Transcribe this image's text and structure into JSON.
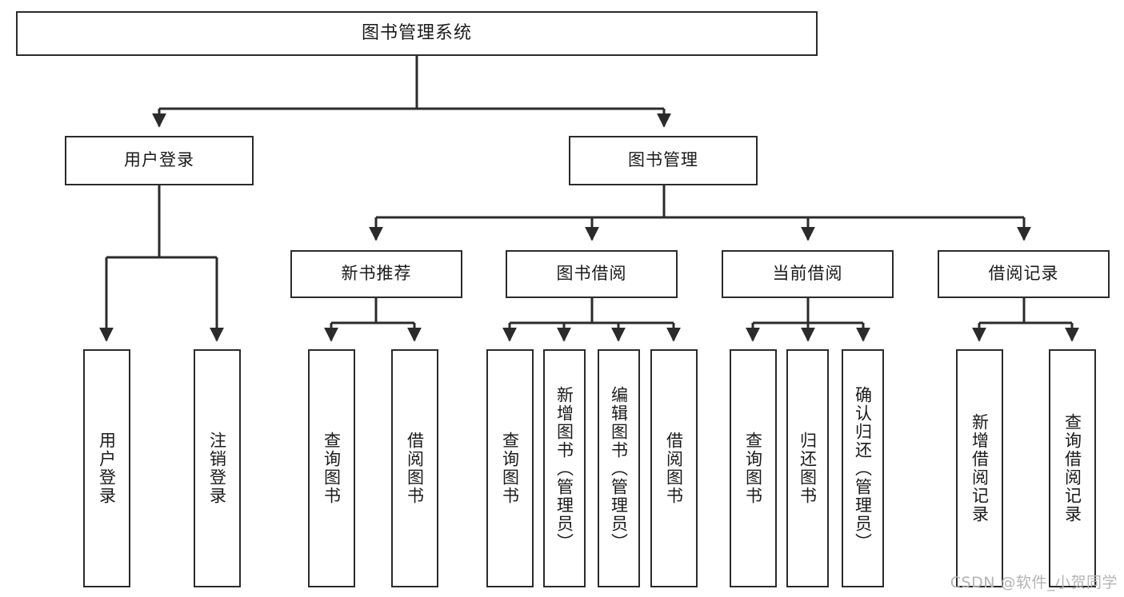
{
  "diagram": {
    "type": "tree",
    "title": "图书管理系统",
    "colors": {
      "box_border": "#2b2b2b",
      "box_fill": "#ffffff",
      "line": "#2b2b2b",
      "text": "#1a1a1a",
      "watermark": "#b4b4b4"
    },
    "root": {
      "label": "图书管理系统"
    },
    "level2": [
      {
        "label": "用户登录"
      },
      {
        "label": "图书管理"
      }
    ],
    "level3": [
      {
        "label": "新书推荐"
      },
      {
        "label": "图书借阅"
      },
      {
        "label": "当前借阅"
      },
      {
        "label": "借阅记录"
      }
    ],
    "leaves": {
      "user_login": [
        {
          "label": "用户登录"
        },
        {
          "label": "注销登录"
        }
      ],
      "new_book_recommend": [
        {
          "label": "查询图书"
        },
        {
          "label": "借阅图书"
        }
      ],
      "book_borrow": [
        {
          "label": "查询图书"
        },
        {
          "label": "新增图书（管理员）"
        },
        {
          "label": "编辑图书（管理员）"
        },
        {
          "label": "借阅图书"
        }
      ],
      "current_borrow": [
        {
          "label": "查询图书"
        },
        {
          "label": "归还图书"
        },
        {
          "label": "确认归还（管理员）"
        }
      ],
      "borrow_record": [
        {
          "label": "新增借阅记录"
        },
        {
          "label": "查询借阅记录"
        }
      ]
    }
  },
  "watermark": {
    "text": "CSDN @软件_小贺同学"
  }
}
